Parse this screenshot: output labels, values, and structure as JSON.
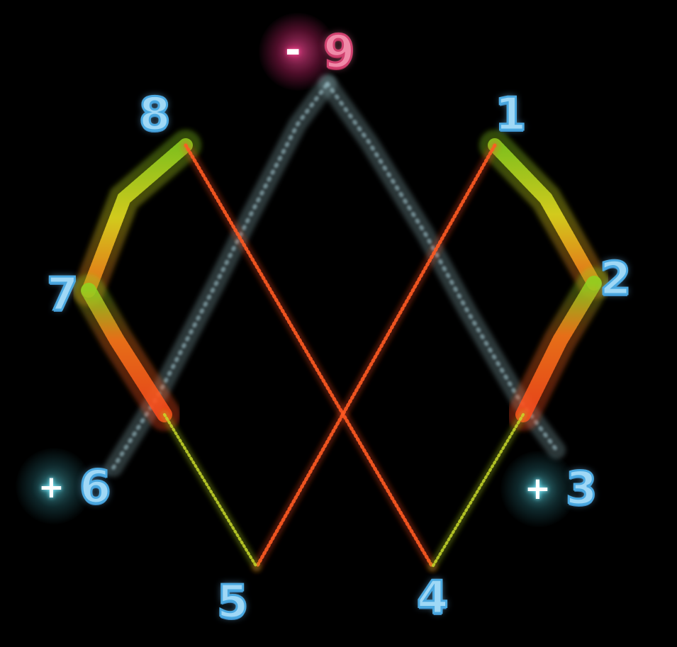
{
  "nodes": [
    {
      "id": "n1",
      "label": "1",
      "kind": "normal"
    },
    {
      "id": "n2",
      "label": "2",
      "kind": "normal"
    },
    {
      "id": "n3",
      "label": "3",
      "kind": "bonus",
      "sign": "+"
    },
    {
      "id": "n4",
      "label": "4",
      "kind": "normal"
    },
    {
      "id": "n5",
      "label": "5",
      "kind": "normal"
    },
    {
      "id": "n6",
      "label": "6",
      "kind": "bonus",
      "sign": "+"
    },
    {
      "id": "n7",
      "label": "7",
      "kind": "normal"
    },
    {
      "id": "n8",
      "label": "8",
      "kind": "normal"
    },
    {
      "id": "n9",
      "label": "9",
      "kind": "penalty",
      "sign": "-"
    }
  ],
  "colors": {
    "label_fill": "#9fd8f6",
    "label_stroke": "#4aa8e0",
    "penalty_fill": "#f08aa8",
    "penalty_stroke": "#d0406e",
    "trail_red": "#ff4a1c",
    "trail_orange": "#ff7a1a",
    "trail_yellow": "#e8e020",
    "trail_green": "#8ed420",
    "trail_ghost": "#9ec4cc"
  },
  "icons": {
    "bonus": "plus-icon",
    "penalty": "minus-icon"
  }
}
